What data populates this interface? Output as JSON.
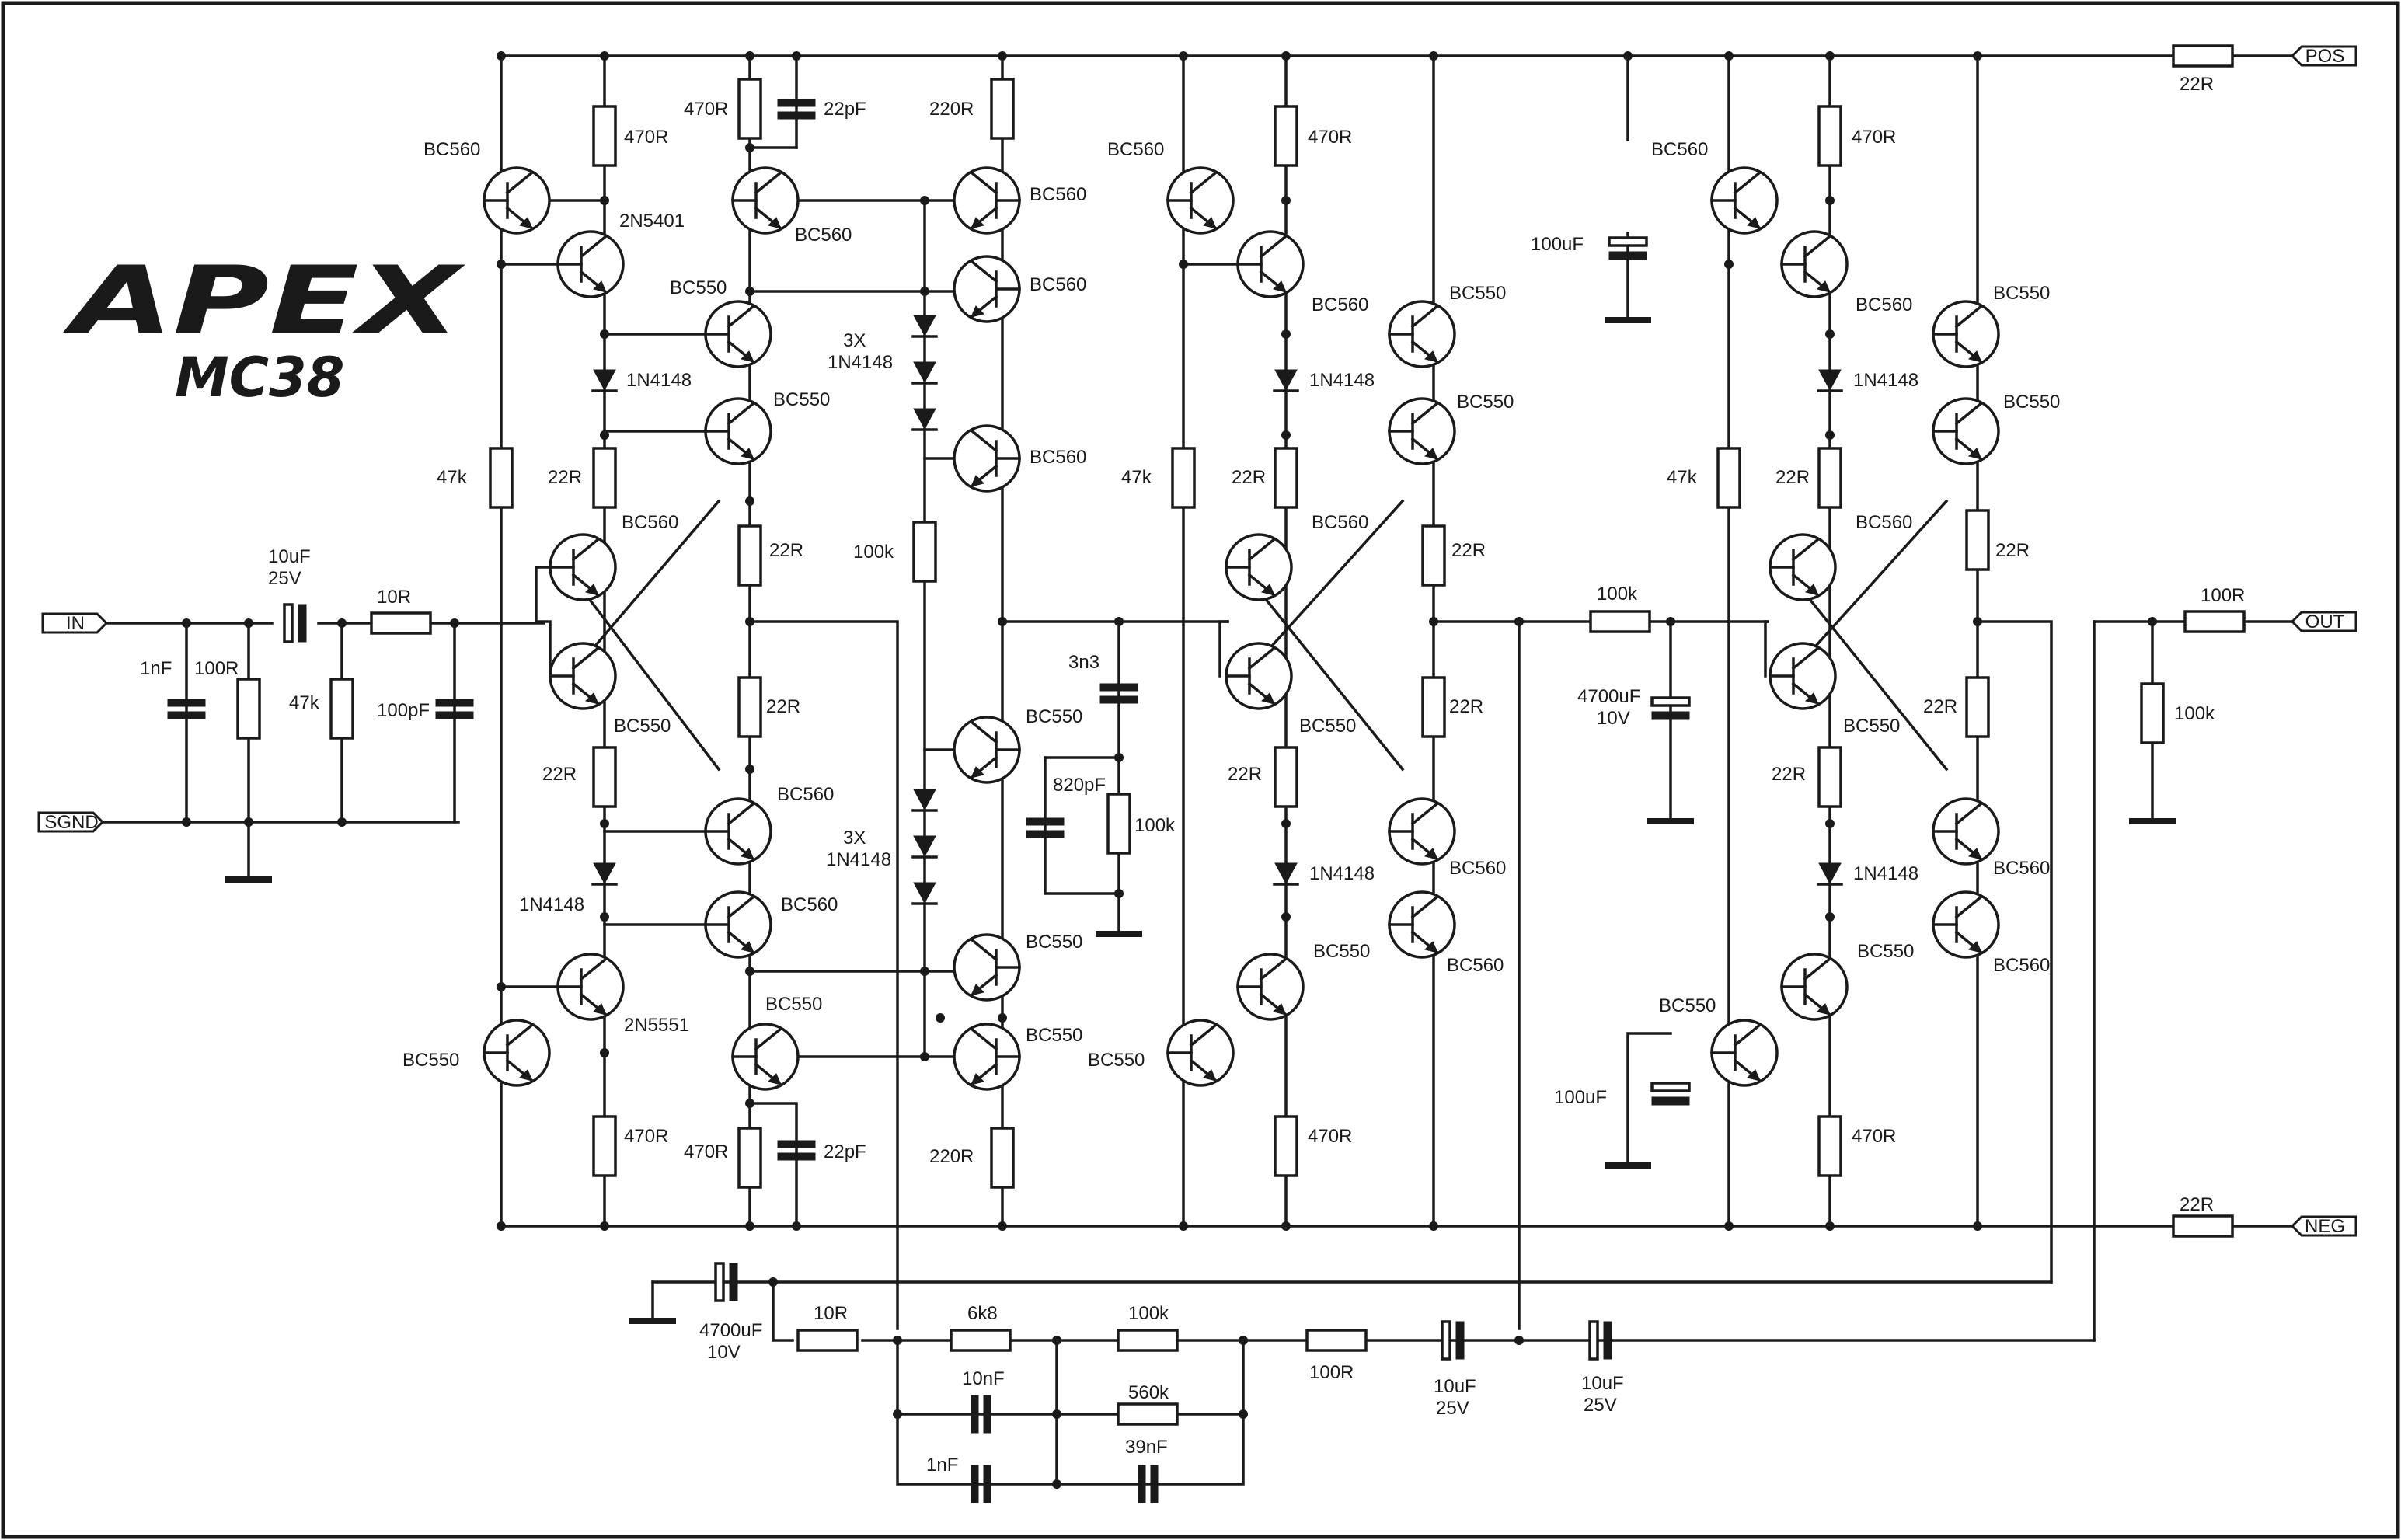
{
  "brand": {
    "logo": "APEX",
    "model": "MC38"
  },
  "terminals": {
    "in": "IN",
    "sgnd": "SGND",
    "pos": "POS",
    "neg": "NEG",
    "out": "OUT"
  },
  "labels": {
    "in_1nf": "1nF",
    "in_100r": "100R",
    "in_cap": "10uF",
    "in_cap_v": "25V",
    "in_10r": "10R",
    "in_47k": "47k",
    "in_100pf": "100pF",
    "s1_bc560_top": "BC560",
    "s1_470r_top": "470R",
    "s1_2n5401": "2N5401",
    "s1_1n4148_top": "1N4148",
    "s1_47k": "47k",
    "s1_22r_top": "22R",
    "s1_bc560_mid": "BC560",
    "s1_bc550_mid": "BC550",
    "s1_22r_bot": "22R",
    "s1_1n4148_bot": "1N4148",
    "s1_2n5551": "2N5551",
    "s1_bc550_bot": "BC550",
    "s1_470r_bot": "470R",
    "s2_470r_top": "470R",
    "s2_22pf_top": "22pF",
    "s2_bc560_q": "BC560",
    "s2_bc550_a": "BC550",
    "s2_bc550_b": "BC550",
    "s2_22r_a": "22R",
    "s2_22r_b": "22R",
    "s2_bc560_c": "BC560",
    "s2_bc560_d": "BC560",
    "s2_bc550_e": "BC550",
    "s2_470r_bot": "470R",
    "s2_22pf_bot": "22pF",
    "s3_220r_top": "220R",
    "s3_bc560_a": "BC560",
    "s3_bc560_b": "BC560",
    "s3_3x_top": "3X",
    "s3_1n4148_top": "1N4148",
    "s3_bc560_c": "BC560",
    "s3_100k": "100k",
    "s3_bc550_a": "BC550",
    "s3_3x_bot": "3X",
    "s3_1n4148_bot": "1N4148",
    "s3_bc550_b": "BC550",
    "s3_bc550_c": "BC550",
    "s3_220r_bot": "220R",
    "s3_3n3": "3n3",
    "s3_820pf": "820pF",
    "s3_100k_b": "100k",
    "s4_bc560_top": "BC560",
    "s4_470r_top": "470R",
    "s4_bc560_b": "BC560",
    "s4_1n4148_top": "1N4148",
    "s4_47k": "47k",
    "s4_22r_top": "22R",
    "s4_bc560_mid": "BC560",
    "s4_bc550_mid": "BC550",
    "s4_22r_bot": "22R",
    "s4_1n4148_bot": "1N4148",
    "s4_bc550_c": "BC550",
    "s4_bc550_bot": "BC550",
    "s4_470r_bot": "470R",
    "s4_bc550_a": "BC550",
    "s4_bc550_b": "BC550",
    "s4_22r_a": "22R",
    "s4_22r_b": "22R",
    "s4_bc560_c": "BC560",
    "s4_bc560_d": "BC560",
    "mid_100uf": "100uF",
    "mid_100k": "100k",
    "mid_4700uf": "4700uF",
    "mid_4700uf_v": "10V",
    "s5_bc560_top": "BC560",
    "s5_470r_top": "470R",
    "s5_bc560_b": "BC560",
    "s5_1n4148_top": "1N4148",
    "s5_47k": "47k",
    "s5_22r_top": "22R",
    "s5_bc560_mid": "BC560",
    "s5_bc550_mid": "BC550",
    "s5_22r_bot": "22R",
    "s5_1n4148_bot": "1N4148",
    "s5_bc550_c": "BC550",
    "s5_bc550_bot": "BC550",
    "s5_470r_bot": "470R",
    "s5_100uf": "100uF",
    "s5_bc550_a": "BC550",
    "s5_bc550_b": "BC550",
    "s5_22r_a": "22R",
    "s5_22r_b": "22R",
    "s5_bc560_c": "BC560",
    "s5_bc560_d": "BC560",
    "pos_22r": "22R",
    "neg_22r": "22R",
    "out_100r": "100R",
    "out_100k": "100k",
    "fb_4700uf": "4700uF",
    "fb_4700uf_v": "10V",
    "fb_10r": "10R",
    "fb_6k8": "6k8",
    "fb_100k": "100k",
    "fb_10nf": "10nF",
    "fb_560k": "560k",
    "fb_1nf": "1nF",
    "fb_39nf": "39nF",
    "fb_100r": "100R",
    "fb_10uf_a": "10uF",
    "fb_25v_a": "25V",
    "fb_10uf_b": "10uF",
    "fb_25v_b": "25V"
  }
}
